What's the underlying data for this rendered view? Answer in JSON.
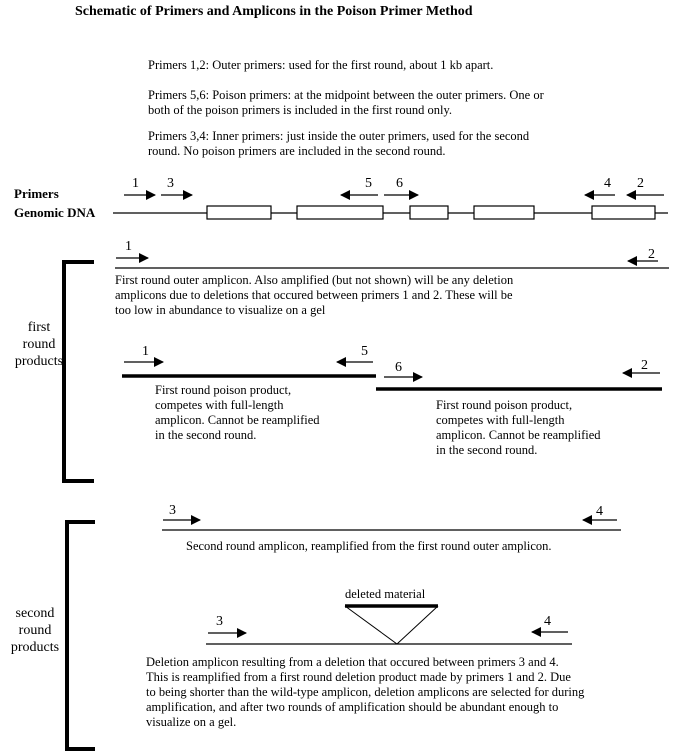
{
  "title": "Schematic of Primers and Amplicons in the Poison Primer Method",
  "legend": {
    "outer": "Primers 1,2:  Outer primers: used for the first round, about 1 kb apart.",
    "poison": "Primers 5,6:  Poison primers:  at the midpoint between the outer primers.  One or\nboth of the poison primers is included in the first round only.",
    "inner": "Primers 3,4:  Inner primers:  just inside the outer primers, used for the second\nround.  No poison primers are included in the second round."
  },
  "labels": {
    "primers": "Primers",
    "genomic_dna": "Genomic DNA",
    "first_round_products": "first\nround\nproducts",
    "second_round_products": "second\nround\nproducts",
    "deleted_material": "deleted material"
  },
  "primer_numbers": {
    "p1": "1",
    "p2": "2",
    "p3": "3",
    "p4": "4",
    "p5": "5",
    "p6": "6"
  },
  "captions": {
    "first_round_outer": "First round outer amplicon.   Also amplified (but not shown) will be any deletion\namplicons due to deletions that occured between primers 1 and 2.  These will be\ntoo low in abundance to visualize on a gel",
    "poison_left": "First round poison product,\ncompetes with full-length\namplicon.  Cannot be reamplified\nin the second round.",
    "poison_right": "First round poison product,\ncompetes with full-length\namplicon.  Cannot be reamplified\nin the second round.",
    "second_round": "Second round amplicon, reamplified from the first round outer amplicon.",
    "deletion": "Deletion amplicon resulting from a deletion that occured between primers 3 and 4.\nThis is reamplified from a first round deletion product made by primers 1 and 2.   Due\nto being shorter than the wild-type amplicon, deletion amplicons are selected for during\namplification, and after two rounds of amplification should be abundant enough to\nvisualize on a gel."
  }
}
